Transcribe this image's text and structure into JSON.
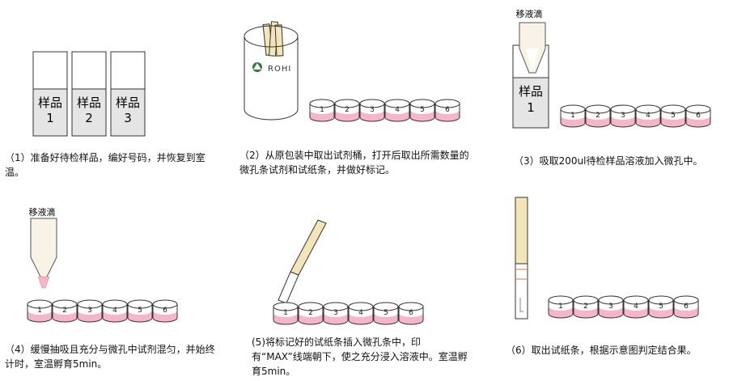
{
  "steps": {
    "s1": {
      "caption": "（1）准备好待检样品，编好号码，并恢复到室温。",
      "samples": [
        {
          "label": "样品",
          "num": "1"
        },
        {
          "label": "样品",
          "num": "2"
        },
        {
          "label": "样品",
          "num": "3"
        }
      ]
    },
    "s2": {
      "caption": "（2）从原包装中取出试剂桶，打开后取出所需数量的微孔条试剂和试纸条，并做好标记。",
      "bucket_logo": "ROHI"
    },
    "s3": {
      "caption": "（3）吸取200ul待检样品溶液加入微孔中。",
      "pipette_label": "移液滴",
      "tube_label": "样品",
      "tube_num": "1"
    },
    "s4": {
      "caption": "（4）缓慢抽吸且充分与微孔中试剂混匀，并始终计时，室温孵育5min。",
      "pipette_label": "移液滴"
    },
    "s5": {
      "caption": "(5)将标记好的试纸条插入微孔条中，印有“MAX”线端朝下，使之充分浸入溶液中。室温孵育5min。"
    },
    "s6": {
      "caption": "（6）取出试纸条，根据示意图判定结合果。"
    }
  },
  "wells": [
    "1",
    "2",
    "3",
    "4",
    "5",
    "6"
  ],
  "colors": {
    "liquid": "#f4b6c8",
    "sample_fill": "#e5e5e5",
    "pipette_tip": "#f8f3e6",
    "strip": "#f2e6b8",
    "line": "#333333"
  }
}
